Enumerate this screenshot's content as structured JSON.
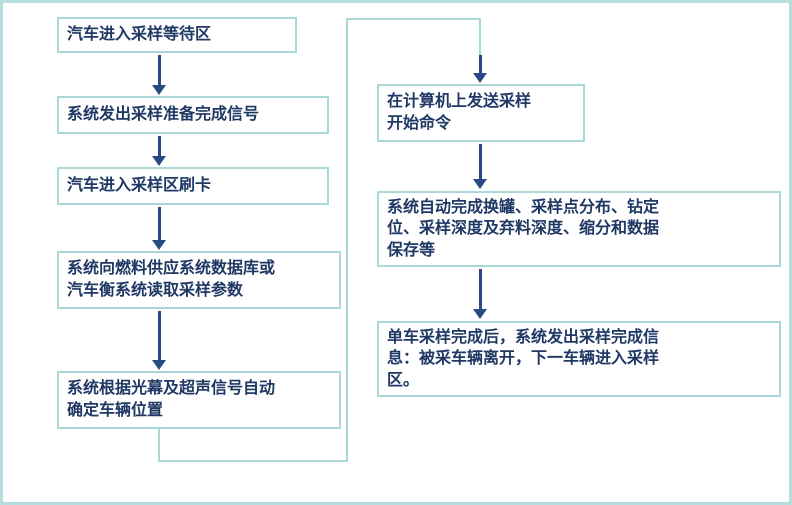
{
  "colors": {
    "outer_border": "#b5dfdf",
    "box_border": "#a8d8d8",
    "connector": "#a8d8d8",
    "arrow": "#2a4a85",
    "text": "#1f3864",
    "background": "#ffffff"
  },
  "flow": {
    "left_steps": [
      {
        "label": "汽车进入采样等待区"
      },
      {
        "label": "系统发出采样准备完成信号"
      },
      {
        "label": "汽车进入采样区刷卡"
      },
      {
        "label": "系统向燃料供应系统数据库或\n汽车衡系统读取采样参数"
      },
      {
        "label": "系统根据光幕及超声信号自动\n确定车辆位置"
      }
    ],
    "right_steps": [
      {
        "label": "在计算机上发送采样\n开始命令"
      },
      {
        "label": "系统自动完成换罐、采样点分布、钻定\n位、采样深度及弃料深度、缩分和数据\n保存等"
      },
      {
        "label": "单车采样完成后，系统发出采样完成信\n息：被采车辆离开，下一车辆进入采样\n区。"
      }
    ]
  }
}
